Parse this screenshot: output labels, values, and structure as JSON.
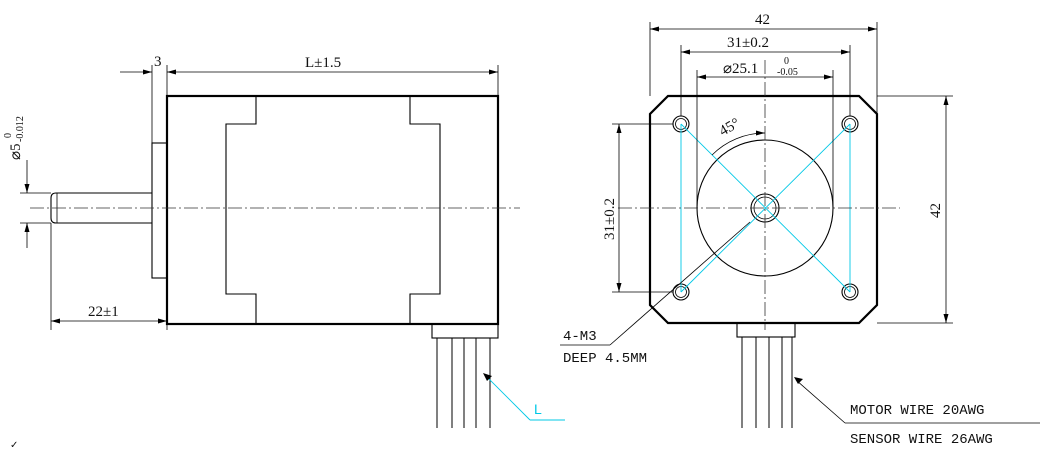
{
  "side_view": {
    "shaft_dia": "⌀5",
    "shaft_tol_upper": "0",
    "shaft_tol_lower": "-0.012",
    "flange_thickness": "3",
    "body_length": "L±1.5",
    "shaft_length": "22±1",
    "wire_label": "L"
  },
  "front_view": {
    "width_overall": "42",
    "hole_pitch_h": "31±0.2",
    "boss_dia": "⌀25.1",
    "boss_tol_upper": "0",
    "boss_tol_lower": "-0.05",
    "angle": "45°",
    "hole_pitch_v": "31±0.2",
    "height_overall": "42",
    "hole_callout_line1": "4-M3",
    "hole_callout_line2": "DEEP 4.5MM",
    "motor_wire": "MOTOR WIRE 20AWG",
    "sensor_wire": "SENSOR WIRE 26AWG"
  },
  "corner_mark": "✓"
}
